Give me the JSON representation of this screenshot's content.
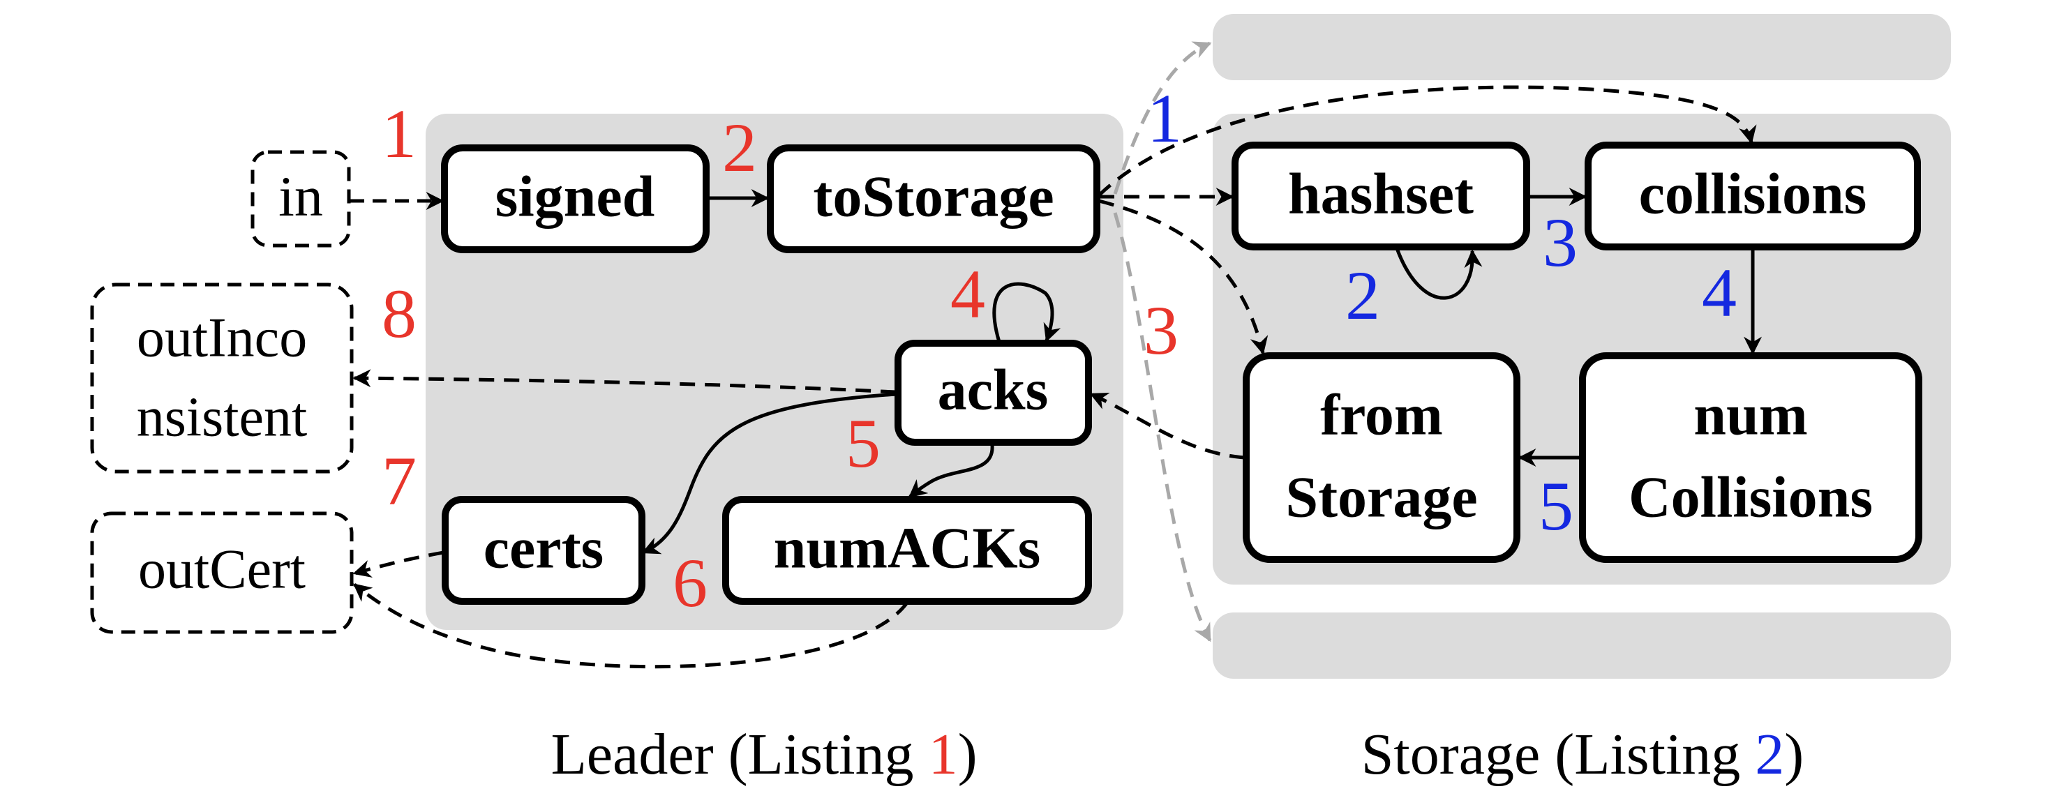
{
  "colors": {
    "red": "#e8352b",
    "blue": "#1428e0",
    "panel": "#dcdcdc",
    "gray_arrow": "#a8a8a8"
  },
  "nodes": {
    "in": "in",
    "signed": "signed",
    "toStorage": "toStorage",
    "acks": "acks",
    "certs": "certs",
    "numACKs": "numACKs",
    "outInconsistent_line1": "outInco",
    "outInconsistent_line2": "nsistent",
    "outCert": "outCert",
    "hashset": "hashset",
    "collisions": "collisions",
    "fromStorage_line1": "from",
    "fromStorage_line2": "Storage",
    "numCollisions_line1": "num",
    "numCollisions_line2": "Collisions"
  },
  "leader_steps": [
    "1",
    "2",
    "3",
    "4",
    "5",
    "6",
    "7",
    "8"
  ],
  "storage_steps": [
    "1",
    "2",
    "3",
    "4",
    "5"
  ],
  "captions": {
    "leader_prefix": "Leader (Listing ",
    "leader_ref": "1",
    "leader_suffix": ")",
    "storage_prefix": "Storage (Listing ",
    "storage_ref": "2",
    "storage_suffix": ")"
  }
}
